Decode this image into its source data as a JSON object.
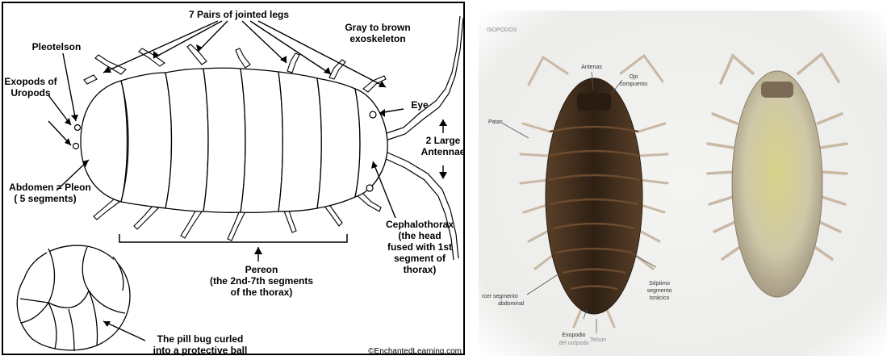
{
  "left_diagram": {
    "labels": {
      "legs_title": "7 Pairs of jointed legs",
      "exoskeleton_1": "Gray to brown",
      "exoskeleton_2": "exoskeleton",
      "pleotelson": "Pleotelson",
      "exopods_1": "Exopods of",
      "exopods_2": "Uropods",
      "eye": "Eye",
      "antennae_1": "2 Large",
      "antennae_2": "Antennae",
      "abdomen_1": "Abdomen = Pleon",
      "abdomen_2": "( 5 segments)",
      "cephalo_1": "Cephalothorax",
      "cephalo_2": "(the head",
      "cephalo_3": "fused with 1st",
      "cephalo_4": "segment of",
      "cephalo_5": "thorax)",
      "pereon_1": "Pereon",
      "pereon_2": "(the 2nd-7th segments",
      "pereon_3": "of the thorax)",
      "curled_1": "The pill bug curled",
      "curled_2": "into a protective ball",
      "copyright": "©EnchantedLearning.com"
    }
  },
  "right_photo": {
    "labels": {
      "header": "ISOPODOS",
      "antenas": "Antenas",
      "ojo_1": "Ojo",
      "ojo_2": "compuesto",
      "patas": "Patas",
      "tercer_1": "rcer segmento",
      "tercer_2": "abdominal",
      "septimo_1": "Séptimo",
      "septimo_2": "segmento",
      "septimo_3": "torácico",
      "exopodio_1": "Exopodio",
      "exopodio_2": "del urópodo",
      "telson": "Telson"
    },
    "colors": {
      "dorsal_body": "#4a3422",
      "dorsal_stripe": "#6b4a2e",
      "ventral_body": "#cfc8a8",
      "ventral_center": "#d9d38a",
      "legs": "#c9b8a4"
    }
  }
}
